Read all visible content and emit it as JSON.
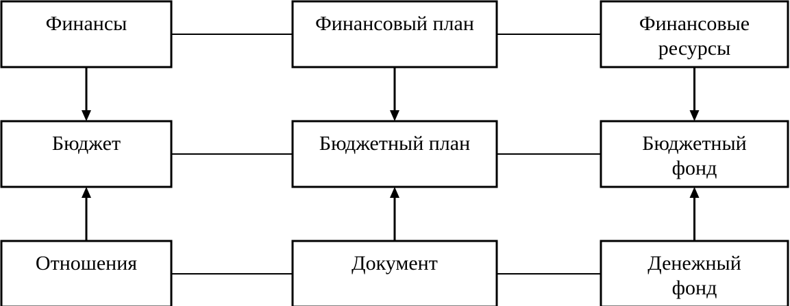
{
  "diagram": {
    "nodes": [
      {
        "id": "finance",
        "lines": [
          "Финансы"
        ]
      },
      {
        "id": "financial-plan",
        "lines": [
          "Финансовый план"
        ]
      },
      {
        "id": "financial-resources",
        "lines": [
          "Финансовые",
          "ресурсы"
        ]
      },
      {
        "id": "budget",
        "lines": [
          "Бюджет"
        ]
      },
      {
        "id": "budget-plan",
        "lines": [
          "Бюджетный план"
        ]
      },
      {
        "id": "budget-fund",
        "lines": [
          "Бюджетный",
          "фонд"
        ]
      },
      {
        "id": "relations",
        "lines": [
          "Отношения"
        ]
      },
      {
        "id": "document",
        "lines": [
          "Документ"
        ]
      },
      {
        "id": "money-fund",
        "lines": [
          "Денежный",
          "фонд"
        ]
      }
    ],
    "links": [
      {
        "from": "finance",
        "to": "financial-plan"
      },
      {
        "from": "financial-plan",
        "to": "financial-resources"
      },
      {
        "from": "budget",
        "to": "budget-plan"
      },
      {
        "from": "budget-plan",
        "to": "budget-fund"
      },
      {
        "from": "relations",
        "to": "document"
      },
      {
        "from": "document",
        "to": "money-fund"
      }
    ],
    "arrows": [
      {
        "from": "finance",
        "to": "budget"
      },
      {
        "from": "financial-plan",
        "to": "budget-plan"
      },
      {
        "from": "financial-resources",
        "to": "budget-fund"
      },
      {
        "from": "relations",
        "to": "budget"
      },
      {
        "from": "document",
        "to": "budget-plan"
      },
      {
        "from": "money-fund",
        "to": "budget-fund"
      }
    ]
  }
}
